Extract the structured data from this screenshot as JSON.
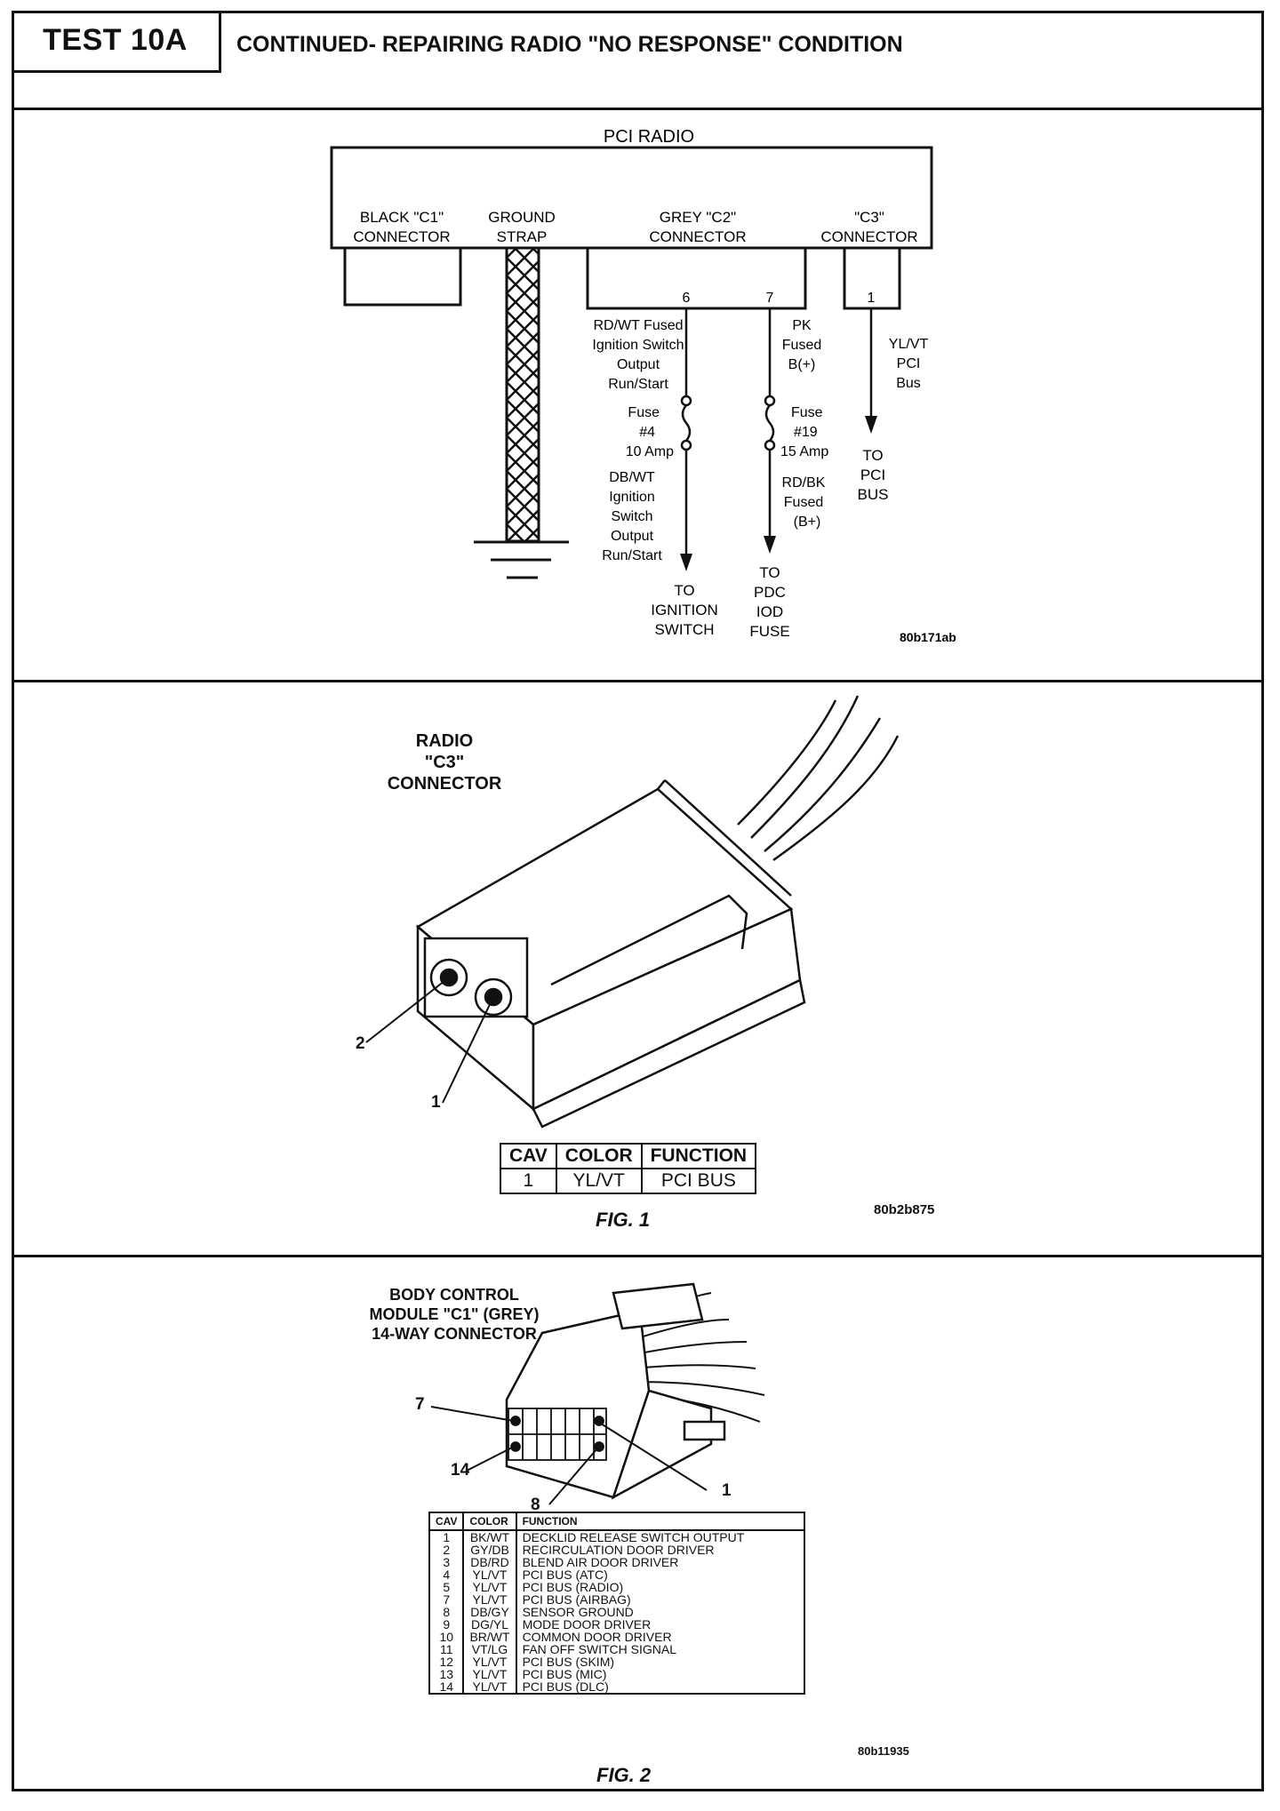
{
  "header": {
    "test_id": "TEST 10A",
    "title": "CONTINUED- REPAIRING RADIO \"NO RESPONSE\" CONDITION"
  },
  "schematic": {
    "module_title": "PCI RADIO",
    "black_c1": [
      "BLACK \"C1\"",
      "CONNECTOR"
    ],
    "ground_strap": [
      "GROUND",
      "STRAP"
    ],
    "grey_c2": [
      "GREY \"C2\"",
      "CONNECTOR"
    ],
    "c3": [
      "\"C3\"",
      "CONNECTOR"
    ],
    "pin6": "6",
    "pin7": "7",
    "pin1": "1",
    "wire6_upper": [
      "RD/WT Fused",
      "Ignition Switch",
      "Output",
      "Run/Start"
    ],
    "fuse4": [
      "Fuse",
      "#4",
      "10 Amp"
    ],
    "wire6_lower": [
      "DB/WT",
      "Ignition",
      "Switch",
      "Output",
      "Run/Start"
    ],
    "dest6": [
      "TO",
      "IGNITION",
      "SWITCH"
    ],
    "wire7_upper": [
      "PK",
      "Fused",
      "B(+)"
    ],
    "fuse19": [
      "Fuse",
      "#19",
      "15 Amp"
    ],
    "wire7_lower": [
      "RD/BK",
      "Fused",
      "(B+)"
    ],
    "dest7": [
      "TO",
      "PDC",
      "IOD",
      "FUSE"
    ],
    "wire1": [
      "YL/VT",
      "PCI",
      "Bus"
    ],
    "dest1": [
      "TO",
      "PCI",
      "BUS"
    ],
    "ref_code": "80b171ab"
  },
  "fig1": {
    "label": [
      "RADIO",
      "\"C3\"",
      "CONNECTOR"
    ],
    "callout_2": "2",
    "callout_1": "1",
    "table": {
      "headers": [
        "CAV",
        "COLOR",
        "FUNCTION"
      ],
      "rows": [
        [
          "1",
          "YL/VT",
          "PCI BUS"
        ]
      ]
    },
    "caption": "FIG. 1",
    "ref_code": "80b2b875"
  },
  "fig2": {
    "label": [
      "BODY CONTROL",
      "MODULE \"C1\" (GREY)",
      "14-WAY CONNECTOR"
    ],
    "callout_7": "7",
    "callout_14": "14",
    "callout_8": "8",
    "callout_1": "1",
    "table": {
      "headers": [
        "CAV",
        "COLOR",
        "FUNCTION"
      ],
      "rows": [
        [
          "1",
          "BK/WT",
          "DECKLID RELEASE SWITCH OUTPUT"
        ],
        [
          "2",
          "GY/DB",
          "RECIRCULATION DOOR DRIVER"
        ],
        [
          "3",
          "DB/RD",
          "BLEND AIR DOOR DRIVER"
        ],
        [
          "4",
          "YL/VT",
          "PCI BUS (ATC)"
        ],
        [
          "5",
          "YL/VT",
          "PCI BUS (RADIO)"
        ],
        [
          "7",
          "YL/VT",
          "PCI BUS (AIRBAG)"
        ],
        [
          "8",
          "DB/GY",
          "SENSOR GROUND"
        ],
        [
          "9",
          "DG/YL",
          "MODE DOOR DRIVER"
        ],
        [
          "10",
          "BR/WT",
          "COMMON DOOR DRIVER"
        ],
        [
          "11",
          "VT/LG",
          "FAN OFF SWITCH SIGNAL"
        ],
        [
          "12",
          "YL/VT",
          "PCI BUS (SKIM)"
        ],
        [
          "13",
          "YL/VT",
          "PCI BUS (MIC)"
        ],
        [
          "14",
          "YL/VT",
          "PCI BUS (DLC)"
        ]
      ]
    },
    "caption": "FIG. 2",
    "ref_code": "80b11935"
  }
}
